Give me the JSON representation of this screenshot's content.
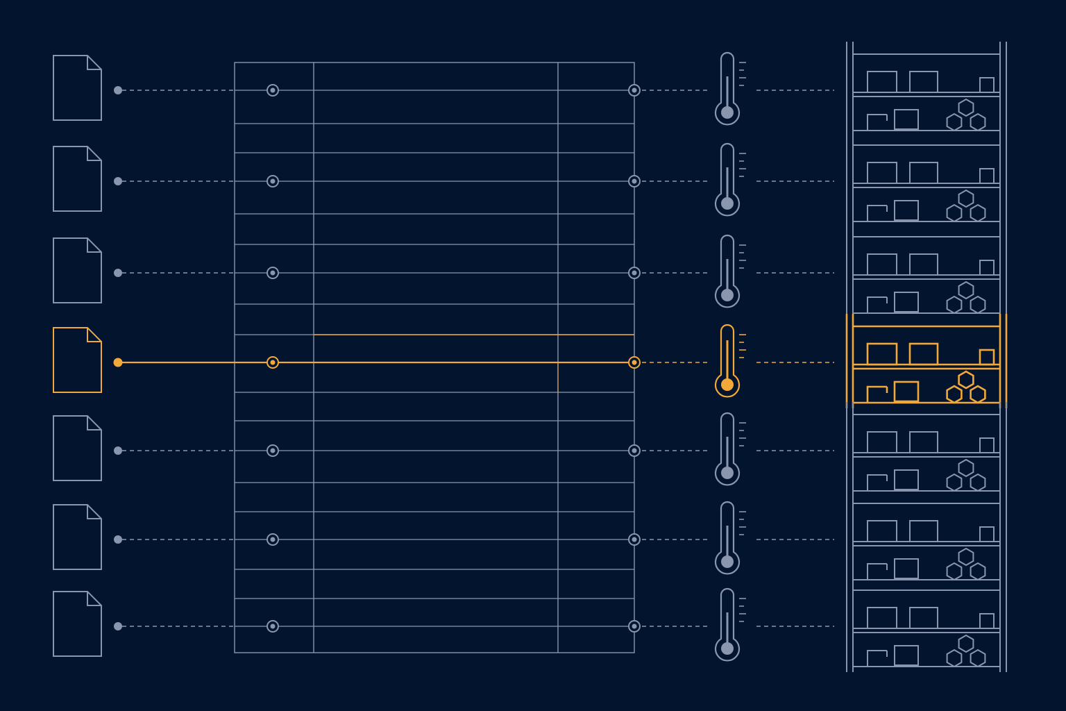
{
  "colors": {
    "background": "#03142f",
    "line": "#8a96ad",
    "highlight": "#f3a83a"
  },
  "icons": {
    "document": "document-icon",
    "thermometer": "thermometer-icon",
    "shelf": "storage-shelf-icon"
  },
  "rows": [
    {
      "id": 1,
      "highlighted": false
    },
    {
      "id": 2,
      "highlighted": false
    },
    {
      "id": 3,
      "highlighted": false
    },
    {
      "id": 4,
      "highlighted": true
    },
    {
      "id": 5,
      "highlighted": false
    },
    {
      "id": 6,
      "highlighted": false
    },
    {
      "id": 7,
      "highlighted": false
    }
  ]
}
